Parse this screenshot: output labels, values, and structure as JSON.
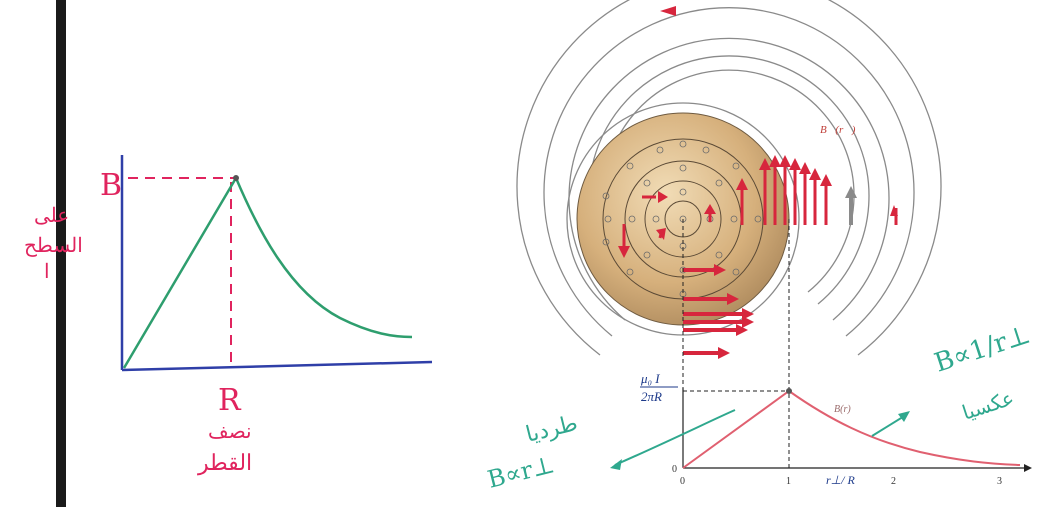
{
  "left_sketch": {
    "b_label": "B",
    "r_label": "R",
    "y_note_lines": [
      "على",
      "السطح",
      "ا"
    ],
    "x_note_lines": [
      "نصف",
      "القطر"
    ],
    "colors": {
      "axes": "#2f3fa8",
      "curve": "#2e9e6e",
      "ink": "#e0245e"
    }
  },
  "textbook_figure": {
    "field_label": "B⃗(r⃗)",
    "peak_label_numerator": "μ₀ I",
    "peak_label_denominator": "2πR",
    "curve_label": "B(r)",
    "x_axis_label": "r⊥/ R",
    "x_ticks": [
      "0",
      "1",
      "2",
      "3"
    ],
    "y_tick": "0",
    "colors": {
      "arrow": "#d7263d",
      "curve": "#e06070",
      "wire": "#d2ad78",
      "ring": "#8a8a8a",
      "label": "#1d3a8a"
    }
  },
  "annotations": {
    "left_note_lines": [
      "طرديا",
      "B∝r⊥"
    ],
    "right_note_lines": [
      "B∝1/r⊥",
      "عكسيا"
    ],
    "colors": {
      "note": "#2fa88e"
    }
  }
}
